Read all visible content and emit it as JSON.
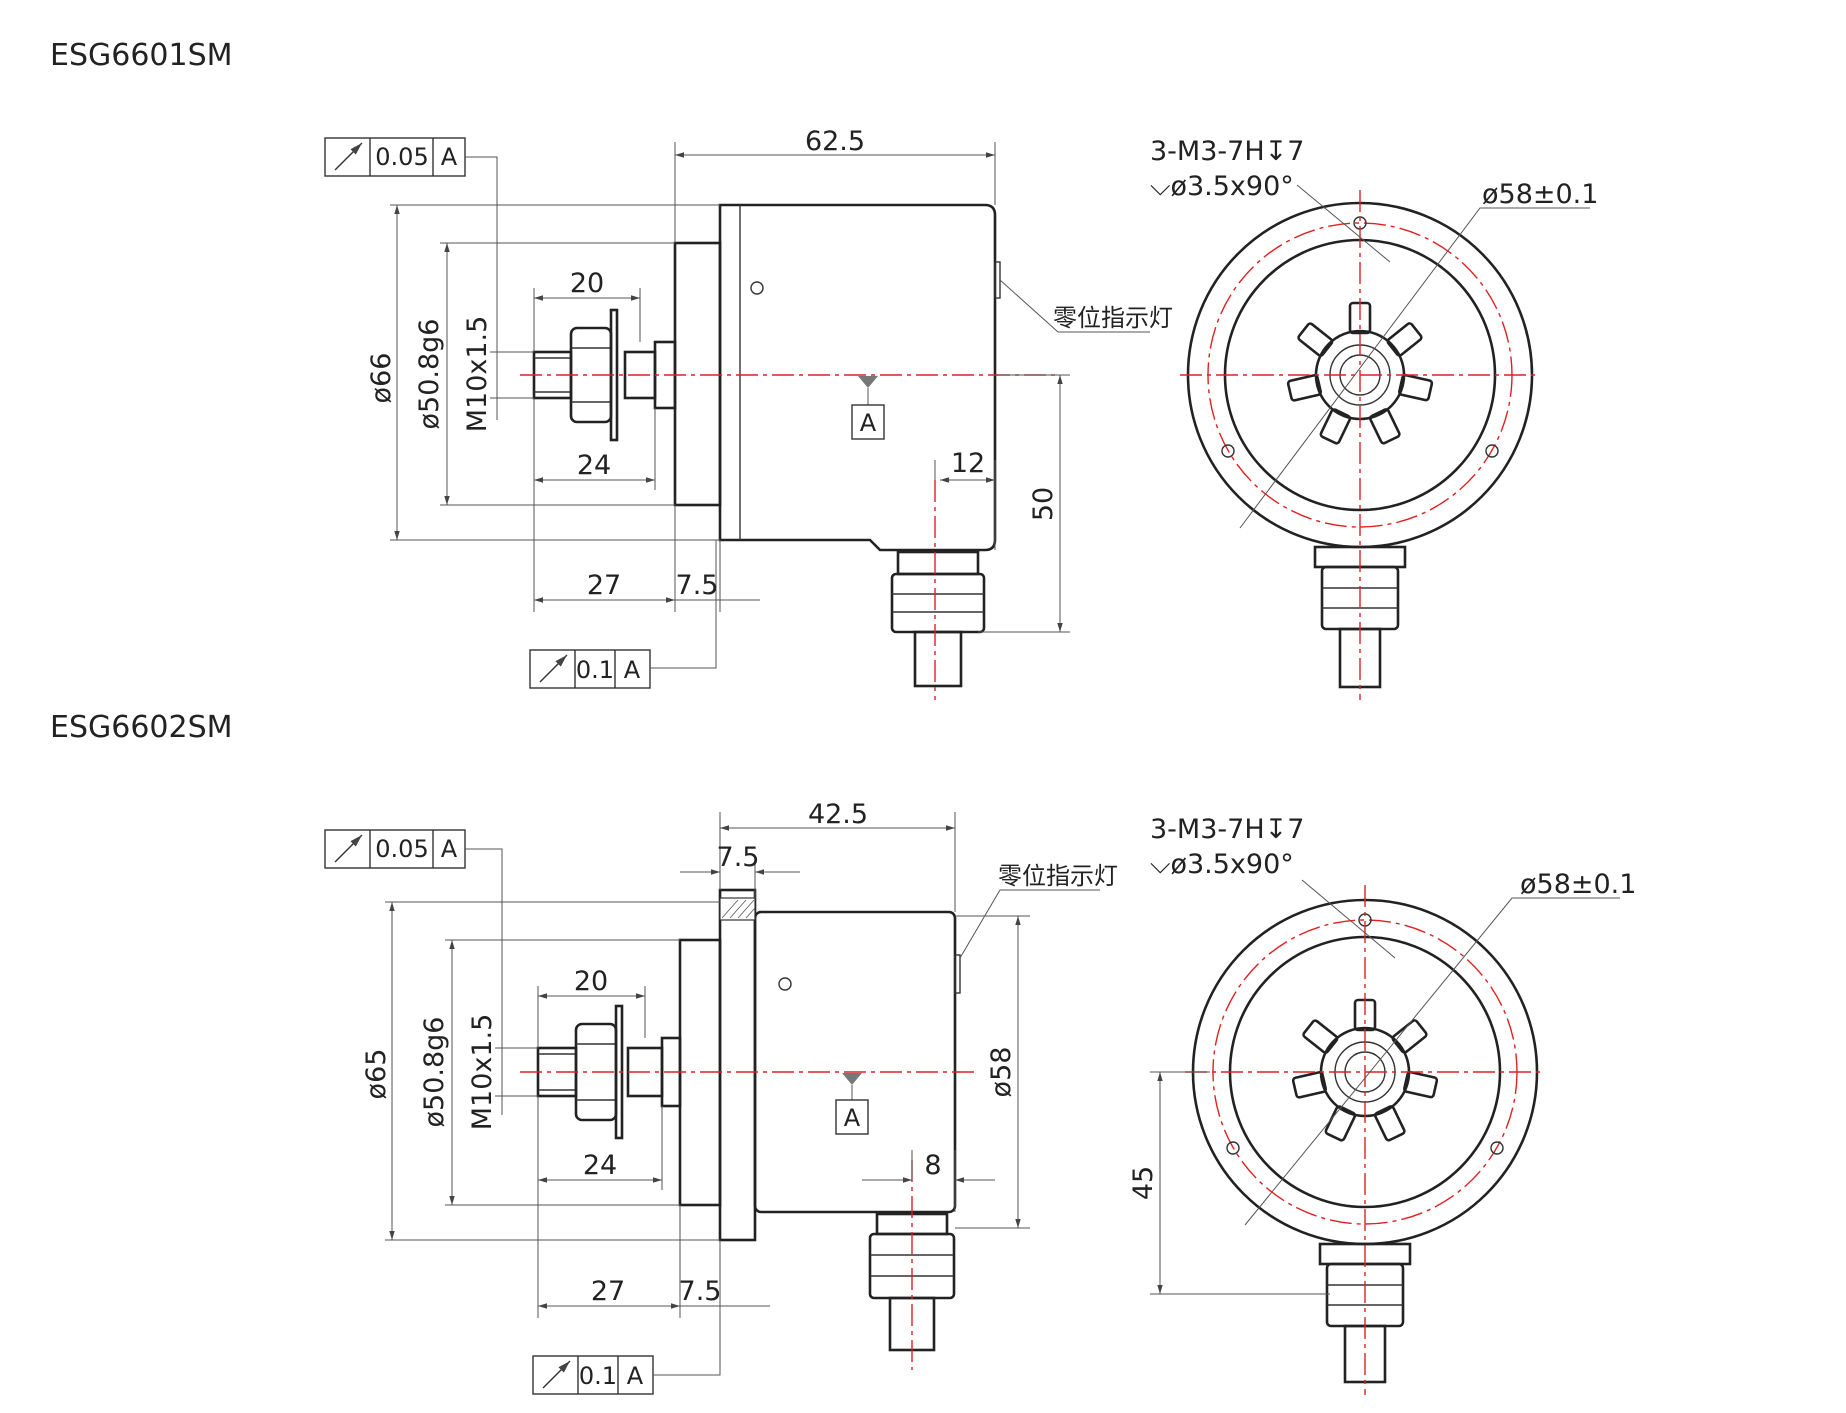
{
  "drawings": [
    {
      "model": "ESG6601SM",
      "front_view": {
        "tolerance_top": {
          "value": "0.05",
          "datum": "A"
        },
        "tolerance_bottom": {
          "value": "0.1",
          "datum": "A"
        },
        "datum_label": "A",
        "dims": {
          "length": "62.5",
          "outer_dia": "ø66",
          "spigot_dia": "ø50.8g6",
          "thread": "M10x1.5",
          "nut_len": "20",
          "shaft_len": "24",
          "shaft_base": "27",
          "flange": "7.5",
          "connector_offset": "12",
          "connector_height": "50"
        },
        "indicator_label": "零位指示灯"
      },
      "side_view": {
        "hole_spec_1": "3-M3-7H↧7",
        "hole_spec_2": "⌵ø3.5x90°",
        "bolt_circle": "ø58±0.1"
      }
    },
    {
      "model": "ESG6602SM",
      "front_view": {
        "tolerance_top": {
          "value": "0.05",
          "datum": "A"
        },
        "tolerance_bottom": {
          "value": "0.1",
          "datum": "A"
        },
        "datum_label": "A",
        "dims": {
          "length": "42.5",
          "flange_top": "7.5",
          "outer_dia": "ø65",
          "spigot_dia": "ø50.8g6",
          "thread": "M10x1.5",
          "nut_len": "20",
          "shaft_len": "24",
          "shaft_base": "27",
          "flange": "7.5",
          "connector_offset": "8",
          "body_dia": "ø58"
        },
        "indicator_label": "零位指示灯"
      },
      "side_view": {
        "hole_spec_1": "3-M3-7H↧7",
        "hole_spec_2": "⌵ø3.5x90°",
        "bolt_circle": "ø58±0.1",
        "connector_height": "45"
      }
    }
  ]
}
